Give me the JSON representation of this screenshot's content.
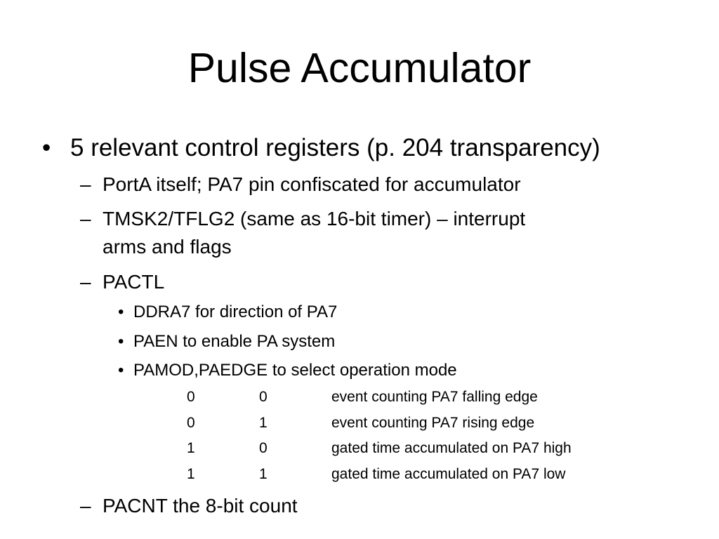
{
  "slide": {
    "title": "Pulse Accumulator",
    "bullet_1": "5 relevant control registers (p. 204 transparency)",
    "sub_1": "PortA itself; PA7 pin confiscated for accumulator",
    "sub_2_line1": "TMSK2/TFLG2 (same as 16-bit timer) – interrupt",
    "sub_2_line2": "arms and flags",
    "sub_3": "PACTL",
    "pactl_items": [
      "DDRA7 for direction of PA7",
      "PAEN to enable PA system",
      "PAMOD,PAEDGE to select operation mode"
    ],
    "mode_table": [
      {
        "pamod": "0",
        "paedge": "0",
        "description": "event counting PA7 falling edge"
      },
      {
        "pamod": "0",
        "paedge": "1",
        "description": "event counting PA7 rising edge"
      },
      {
        "pamod": "1",
        "paedge": "0",
        "description": "gated time accumulated on PA7 high"
      },
      {
        "pamod": "1",
        "paedge": "1",
        "description": "gated time accumulated on PA7 low"
      }
    ],
    "sub_4": "PACNT the 8-bit count",
    "bullet_marker": "•",
    "dash_marker": "–"
  }
}
